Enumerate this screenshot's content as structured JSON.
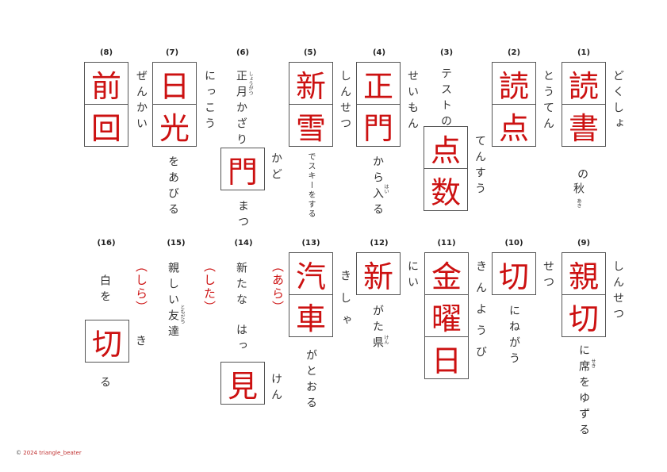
{
  "questions": [
    {
      "num": "(1)",
      "kanji": [
        "読",
        "書"
      ],
      "reading": "どくしょ",
      "left_reading": "とうてん",
      "after": "の",
      "after2": "秋",
      "after_ruby": "あき"
    },
    {
      "num": "(2)",
      "kanji": [
        "読",
        "点"
      ],
      "reading": "とうてん"
    },
    {
      "num": "(3)",
      "before": "テストの",
      "kanji": [
        "点",
        "数"
      ],
      "reading": "てんすう"
    },
    {
      "num": "(4)",
      "kanji": [
        "正",
        "門"
      ],
      "reading": "せいもん",
      "left_reading": "しんせつ",
      "after": "から入る",
      "after_ruby": "はい"
    },
    {
      "num": "(5)",
      "kanji": [
        "新",
        "雪"
      ],
      "reading": "しんせつ",
      "after": "でスキーをする"
    },
    {
      "num": "(6)",
      "before": "正月かざり",
      "before_ruby": "しょうがつ",
      "kanji": [
        "門"
      ],
      "reading": "かど",
      "after": "まつ"
    },
    {
      "num": "(7)",
      "kanji": [
        "日",
        "光"
      ],
      "reading": "にっこう",
      "left_reading": "ぜんかい",
      "after": "をあびる"
    },
    {
      "num": "(8)",
      "kanji": [
        "前",
        "回"
      ],
      "reading": "ぜんかい"
    },
    {
      "num": "(9)",
      "kanji": [
        "親",
        "切"
      ],
      "reading": "しんせつ",
      "after": "に席をゆずる",
      "after_ruby": "せき"
    },
    {
      "num": "(10)",
      "kanji": [
        "切"
      ],
      "reading": "せつ",
      "after": "にねがう"
    },
    {
      "num": "(11)",
      "kanji": [
        "金",
        "曜",
        "日"
      ],
      "reading": "きんようび",
      "left_reading": "にい"
    },
    {
      "num": "(12)",
      "kanji": [
        "新"
      ],
      "reading": "にい",
      "after": "がた県",
      "after_ruby": "けん",
      "left_reading": "きしゃ"
    },
    {
      "num": "(13)",
      "kanji": [
        "汽",
        "車"
      ],
      "reading": "きしゃ",
      "after": "がとおる",
      "answer": "（あら）"
    },
    {
      "num": "(14)",
      "before": "新たな",
      "before2": "はっ",
      "kanji": [
        "見"
      ],
      "reading": "けん",
      "answer": "（した）"
    },
    {
      "num": "(15)",
      "before": "親しい友達",
      "before_ruby": "ともだち",
      "answer": "（しら）"
    },
    {
      "num": "(16)",
      "before": "白を",
      "kanji": [
        "切"
      ],
      "reading": "き",
      "after": "る"
    }
  ],
  "footer": {
    "copyright_symbol": "©",
    "copyright": "2024 triangle_beater"
  },
  "colors": {
    "answer_red": "#cc1111",
    "border": "#555555"
  }
}
